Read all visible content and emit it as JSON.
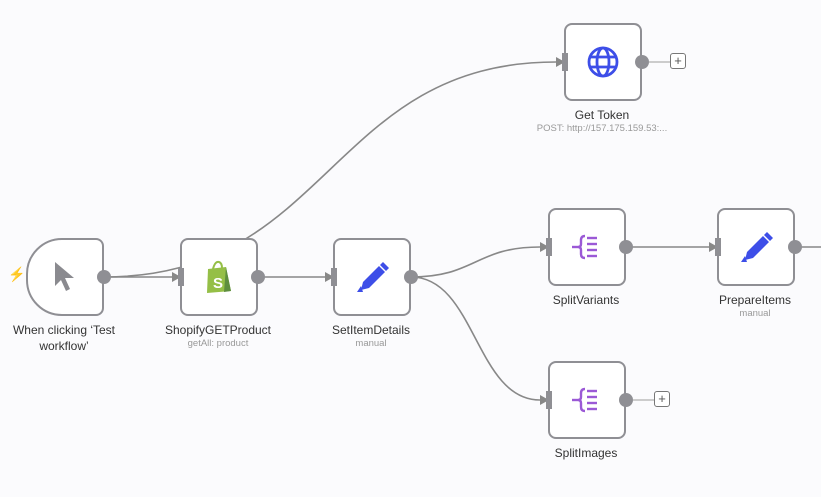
{
  "canvas": {
    "nodes": [
      {
        "id": "trigger",
        "label": "When clicking ‘Test workflow’",
        "subtitle": "",
        "icon": "cursor-icon",
        "type": "trigger"
      },
      {
        "id": "shopify",
        "label": "ShopifyGETProduct",
        "subtitle": "getAll: product",
        "icon": "shopify-icon"
      },
      {
        "id": "setitem",
        "label": "SetItemDetails",
        "subtitle": "manual",
        "icon": "pencil-icon"
      },
      {
        "id": "gettoken",
        "label": "Get Token",
        "subtitle": "POST: http://157.175.159.53:...",
        "icon": "globe-icon"
      },
      {
        "id": "splitvariants",
        "label": "SplitVariants",
        "subtitle": "",
        "icon": "split-icon"
      },
      {
        "id": "prepareitems",
        "label": "PrepareItems",
        "subtitle": "manual",
        "icon": "pencil-icon"
      },
      {
        "id": "splitimages",
        "label": "SplitImages",
        "subtitle": "",
        "icon": "split-icon"
      }
    ],
    "connections": [
      [
        "trigger",
        "shopify"
      ],
      [
        "trigger",
        "gettoken"
      ],
      [
        "shopify",
        "setitem"
      ],
      [
        "setitem",
        "splitvariants"
      ],
      [
        "setitem",
        "splitimages"
      ],
      [
        "splitvariants",
        "prepareitems"
      ]
    ],
    "add_buttons": [
      "gettoken",
      "splitimages"
    ],
    "plus_label": "+",
    "colors": {
      "pencil": "#3d4ee8",
      "globe": "#3d4ee8",
      "split": "#9b59d6",
      "shopify": "#95bf47",
      "border": "#8f8f94",
      "edge": "#888888",
      "trigger_bolt": "#ff6d5a"
    }
  }
}
